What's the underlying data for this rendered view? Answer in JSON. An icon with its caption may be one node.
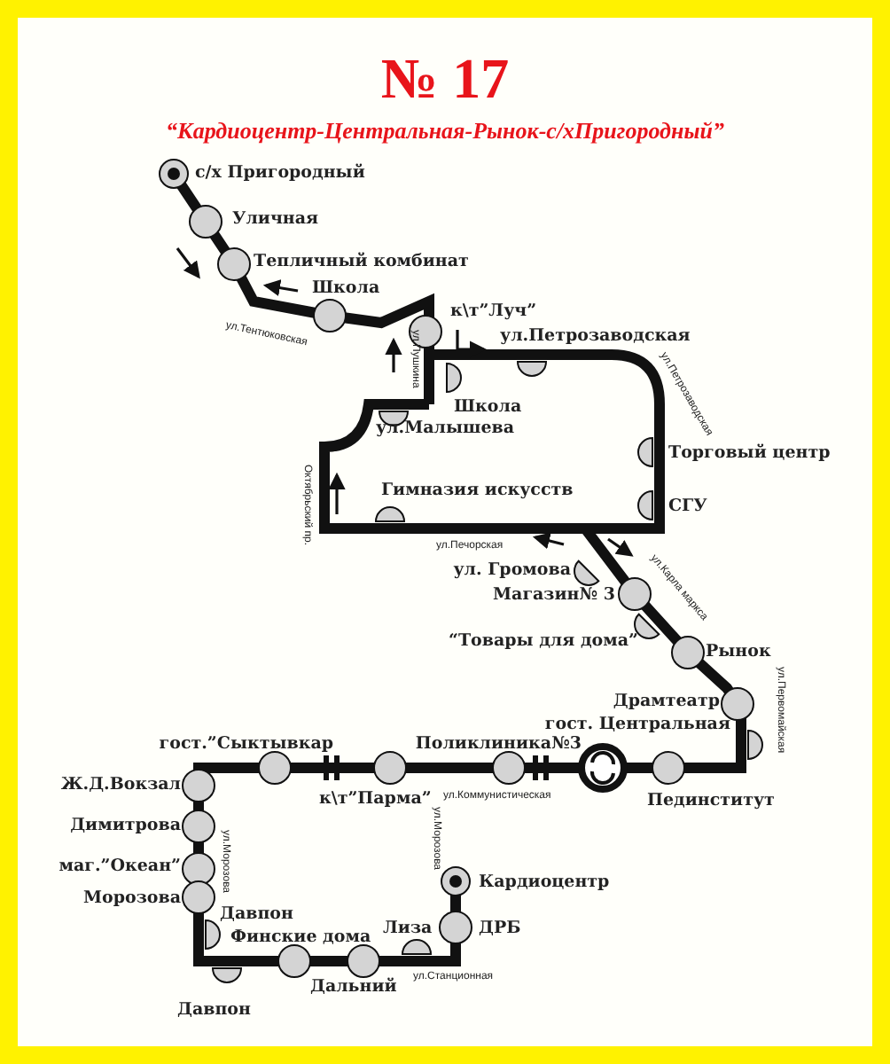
{
  "diagram": {
    "title": "№ 17",
    "caption": "“Кардиоцентр-Центральная-Рынок-с/хПригородный”",
    "labels": [
      "с/х Пригородный",
      "Уличная",
      "Тепличный комбинат",
      "Школа",
      "ул.Тентюковская",
      "к\\т”Луч”",
      "ул.Петрозаводская",
      "ул.Пушкина",
      "ул.Петрозаводская",
      "Школа",
      "ул.Малышева",
      "Октябрьский пр.",
      "Торговый центр",
      "Гимназия искусств",
      "СГУ",
      "ул.Печорская",
      "ул. Громова",
      "ул.Карла маркса",
      "Магазин№ 3",
      "“Товары для дома”",
      "Рынок",
      "ул.Первомайская",
      "Драмтеатр",
      "гост. Центральная",
      "гост.”Сыктывкар",
      "Поликлиника№3",
      "Ж.Д.Вокзал",
      "к\\т”Парма”",
      "ул.Коммунистическая",
      "Пединститут",
      "Димитрова",
      "ул.Морозова",
      "маг.”Океан”",
      "ул.Морозова",
      "Кардиоцентр",
      "Морозова",
      "Давпон",
      "Финские дома",
      "Лиза",
      "ДРБ",
      "ул.Станционная",
      "Давпон",
      "Дальний"
    ]
  }
}
